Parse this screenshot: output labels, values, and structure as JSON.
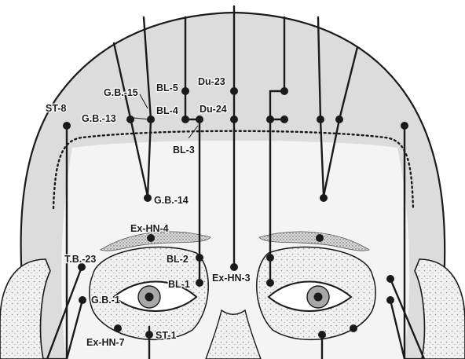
{
  "figure": {
    "title": "",
    "colors": {
      "ink": "#1a1a1a",
      "skull": "#dcdcdc",
      "skin": "#f4f4f4",
      "background": "#ffffff"
    }
  },
  "points": {
    "st8": "ST-8",
    "gb13": "G.B.-13",
    "gb15": "G.B.-15",
    "bl5": "BL-5",
    "bl4": "BL-4",
    "bl3": "BL-3",
    "du23": "Du-23",
    "du24": "Du-24",
    "gb14": "G.B.-14",
    "exhn4": "Ex-HN-4",
    "tb23": "T.B.-23",
    "bl2": "BL-2",
    "bl1": "BL-1",
    "exhn3": "Ex-HN-3",
    "gb1": "G.B.-1",
    "exhn7": "Ex-HN-7",
    "st1": "ST-1"
  }
}
